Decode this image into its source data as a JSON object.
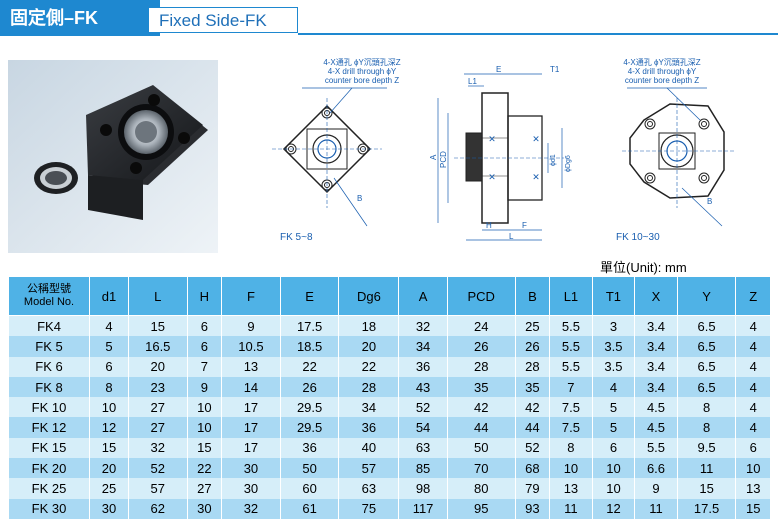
{
  "header": {
    "title_cn": "固定側–FK",
    "title_en": "Fixed Side-FK"
  },
  "drawings": {
    "left_note": [
      "4-X通孔 ϕY沉頭孔深Z",
      "4-X drill through ϕY",
      "counter bore depth Z"
    ],
    "left_caption": "FK 5~8",
    "right_note": [
      "4-X通孔 ϕY沉頭孔深Z",
      "4-X drill through ϕY",
      "counter bore depth Z"
    ],
    "right_caption": "FK 10~30",
    "mid_labels": {
      "E": "E",
      "T1": "T1",
      "L1": "L1",
      "PCD": "PCD",
      "A": "A",
      "d1": "ϕd1",
      "Dg6": "ϕDg6",
      "H": "H",
      "F": "F",
      "L": "L",
      "B": "B"
    }
  },
  "unit": "單位(Unit): mm",
  "table": {
    "header_model_cn": "公稱型號",
    "header_model_en": "Model No.",
    "columns": [
      "d1",
      "L",
      "H",
      "F",
      "E",
      "Dg6",
      "A",
      "PCD",
      "B",
      "L1",
      "T1",
      "X",
      "Y",
      "Z"
    ],
    "rows": [
      [
        "FK4",
        "4",
        "15",
        "6",
        "9",
        "17.5",
        "18",
        "32",
        "24",
        "25",
        "5.5",
        "3",
        "3.4",
        "6.5",
        "4"
      ],
      [
        "FK 5",
        "5",
        "16.5",
        "6",
        "10.5",
        "18.5",
        "20",
        "34",
        "26",
        "26",
        "5.5",
        "3.5",
        "3.4",
        "6.5",
        "4"
      ],
      [
        "FK 6",
        "6",
        "20",
        "7",
        "13",
        "22",
        "22",
        "36",
        "28",
        "28",
        "5.5",
        "3.5",
        "3.4",
        "6.5",
        "4"
      ],
      [
        "FK 8",
        "8",
        "23",
        "9",
        "14",
        "26",
        "28",
        "43",
        "35",
        "35",
        "7",
        "4",
        "3.4",
        "6.5",
        "4"
      ],
      [
        "FK 10",
        "10",
        "27",
        "10",
        "17",
        "29.5",
        "34",
        "52",
        "42",
        "42",
        "7.5",
        "5",
        "4.5",
        "8",
        "4"
      ],
      [
        "FK 12",
        "12",
        "27",
        "10",
        "17",
        "29.5",
        "36",
        "54",
        "44",
        "44",
        "7.5",
        "5",
        "4.5",
        "8",
        "4"
      ],
      [
        "FK 15",
        "15",
        "32",
        "15",
        "17",
        "36",
        "40",
        "63",
        "50",
        "52",
        "8",
        "6",
        "5.5",
        "9.5",
        "6"
      ],
      [
        "FK 20",
        "20",
        "52",
        "22",
        "30",
        "50",
        "57",
        "85",
        "70",
        "68",
        "10",
        "10",
        "6.6",
        "11",
        "10"
      ],
      [
        "FK 25",
        "25",
        "57",
        "27",
        "30",
        "60",
        "63",
        "98",
        "80",
        "79",
        "13",
        "10",
        "9",
        "15",
        "13"
      ],
      [
        "FK 30",
        "30",
        "62",
        "30",
        "32",
        "61",
        "75",
        "117",
        "95",
        "93",
        "11",
        "12",
        "11",
        "17.5",
        "15"
      ]
    ]
  }
}
